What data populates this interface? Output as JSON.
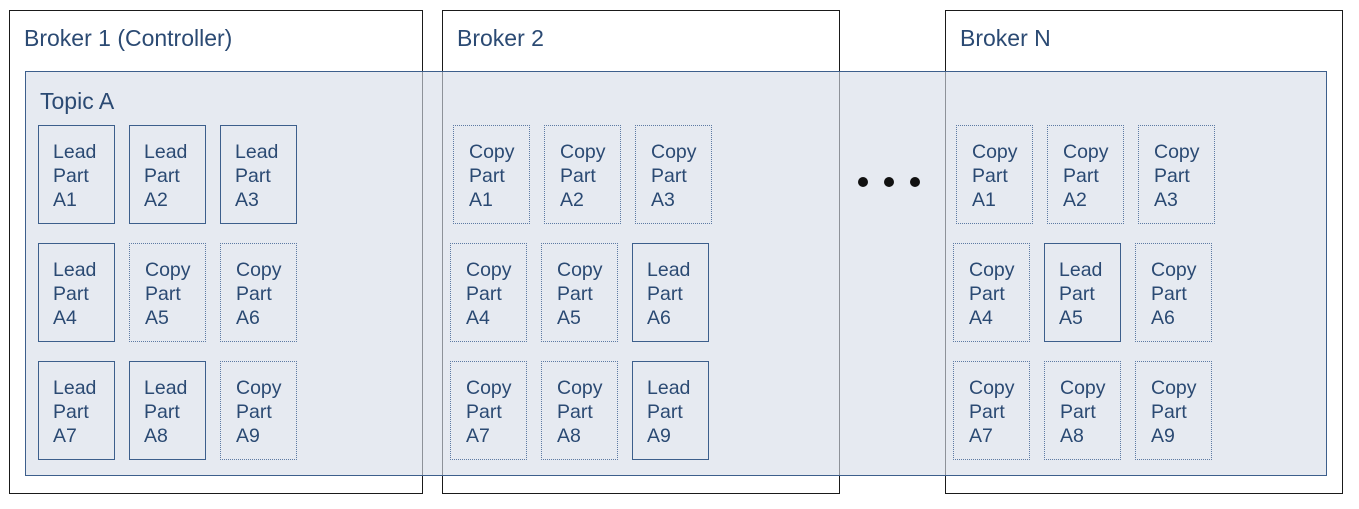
{
  "brokers": [
    {
      "label": "Broker 1 (Controller)"
    },
    {
      "label": "Broker 2"
    },
    {
      "label": "Broker N"
    }
  ],
  "topic": {
    "label": "Topic A"
  },
  "partitions": [
    [
      {
        "role": "Lead",
        "word": "Part",
        "id": "A1"
      },
      {
        "role": "Lead",
        "word": "Part",
        "id": "A2"
      },
      {
        "role": "Lead",
        "word": "Part",
        "id": "A3"
      },
      {
        "role": "Lead",
        "word": "Part",
        "id": "A4"
      },
      {
        "role": "Copy",
        "word": "Part",
        "id": "A5"
      },
      {
        "role": "Copy",
        "word": "Part",
        "id": "A6"
      },
      {
        "role": "Lead",
        "word": "Part",
        "id": "A7"
      },
      {
        "role": "Lead",
        "word": "Part",
        "id": "A8"
      },
      {
        "role": "Copy",
        "word": "Part",
        "id": "A9"
      }
    ],
    [
      {
        "role": "Copy",
        "word": "Part",
        "id": "A1"
      },
      {
        "role": "Copy",
        "word": "Part",
        "id": "A2"
      },
      {
        "role": "Copy",
        "word": "Part",
        "id": "A3"
      },
      {
        "role": "Copy",
        "word": "Part",
        "id": "A4"
      },
      {
        "role": "Copy",
        "word": "Part",
        "id": "A5"
      },
      {
        "role": "Lead",
        "word": "Part",
        "id": "A6"
      },
      {
        "role": "Copy",
        "word": "Part",
        "id": "A7"
      },
      {
        "role": "Copy",
        "word": "Part",
        "id": "A8"
      },
      {
        "role": "Lead",
        "word": "Part",
        "id": "A9"
      }
    ],
    [
      {
        "role": "Copy",
        "word": "Part",
        "id": "A1"
      },
      {
        "role": "Copy",
        "word": "Part",
        "id": "A2"
      },
      {
        "role": "Copy",
        "word": "Part",
        "id": "A3"
      },
      {
        "role": "Copy",
        "word": "Part",
        "id": "A4"
      },
      {
        "role": "Lead",
        "word": "Part",
        "id": "A5"
      },
      {
        "role": "Copy",
        "word": "Part",
        "id": "A6"
      },
      {
        "role": "Copy",
        "word": "Part",
        "id": "A7"
      },
      {
        "role": "Copy",
        "word": "Part",
        "id": "A8"
      },
      {
        "role": "Copy",
        "word": "Part",
        "id": "A9"
      }
    ]
  ],
  "colors": {
    "text": "#2b4a73",
    "partition_border": "#3d5f8c",
    "topic_fill": "#d6dde8",
    "broker_border": "#1a1a1a"
  }
}
